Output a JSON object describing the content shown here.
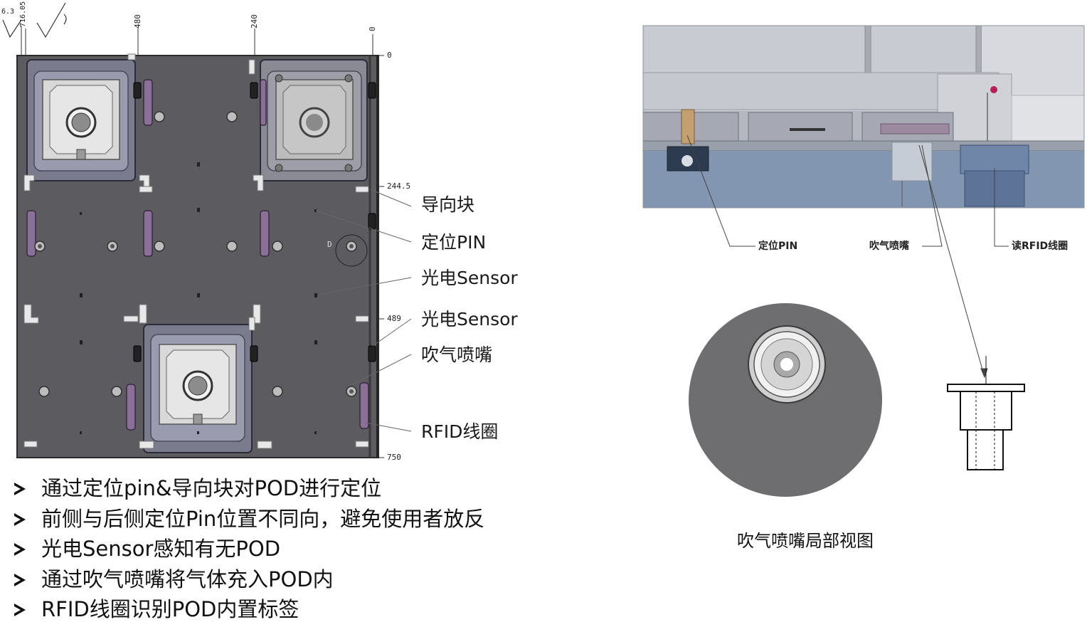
{
  "plate": {
    "dims_top": [
      "480",
      "240",
      "0"
    ],
    "dims_right": [
      "0",
      "244.5",
      "489",
      "750"
    ],
    "corner_marks": [
      "6.3",
      "716.05"
    ],
    "hole_mark": "D"
  },
  "callouts": [
    {
      "text": "导向块"
    },
    {
      "text": "定位PIN"
    },
    {
      "text": "光电Sensor"
    },
    {
      "text": "光电Sensor"
    },
    {
      "text": "吹气喷嘴"
    },
    {
      "text": "RFID线圈"
    }
  ],
  "section_labels": {
    "pin": "定位PIN",
    "nozzle": "吹气喷嘴",
    "rfid": "读RFID线圈"
  },
  "detail_caption": "吹气喷嘴局部视图",
  "bullets": [
    "通过定位pin&导向块对POD进行定位",
    "前侧与后侧定位Pin位置不同向，避免使用者放反",
    "光电Sensor感知有无POD",
    "通过吹气喷嘴将气体充入POD内",
    "RFID线圈识别POD内置标签"
  ]
}
